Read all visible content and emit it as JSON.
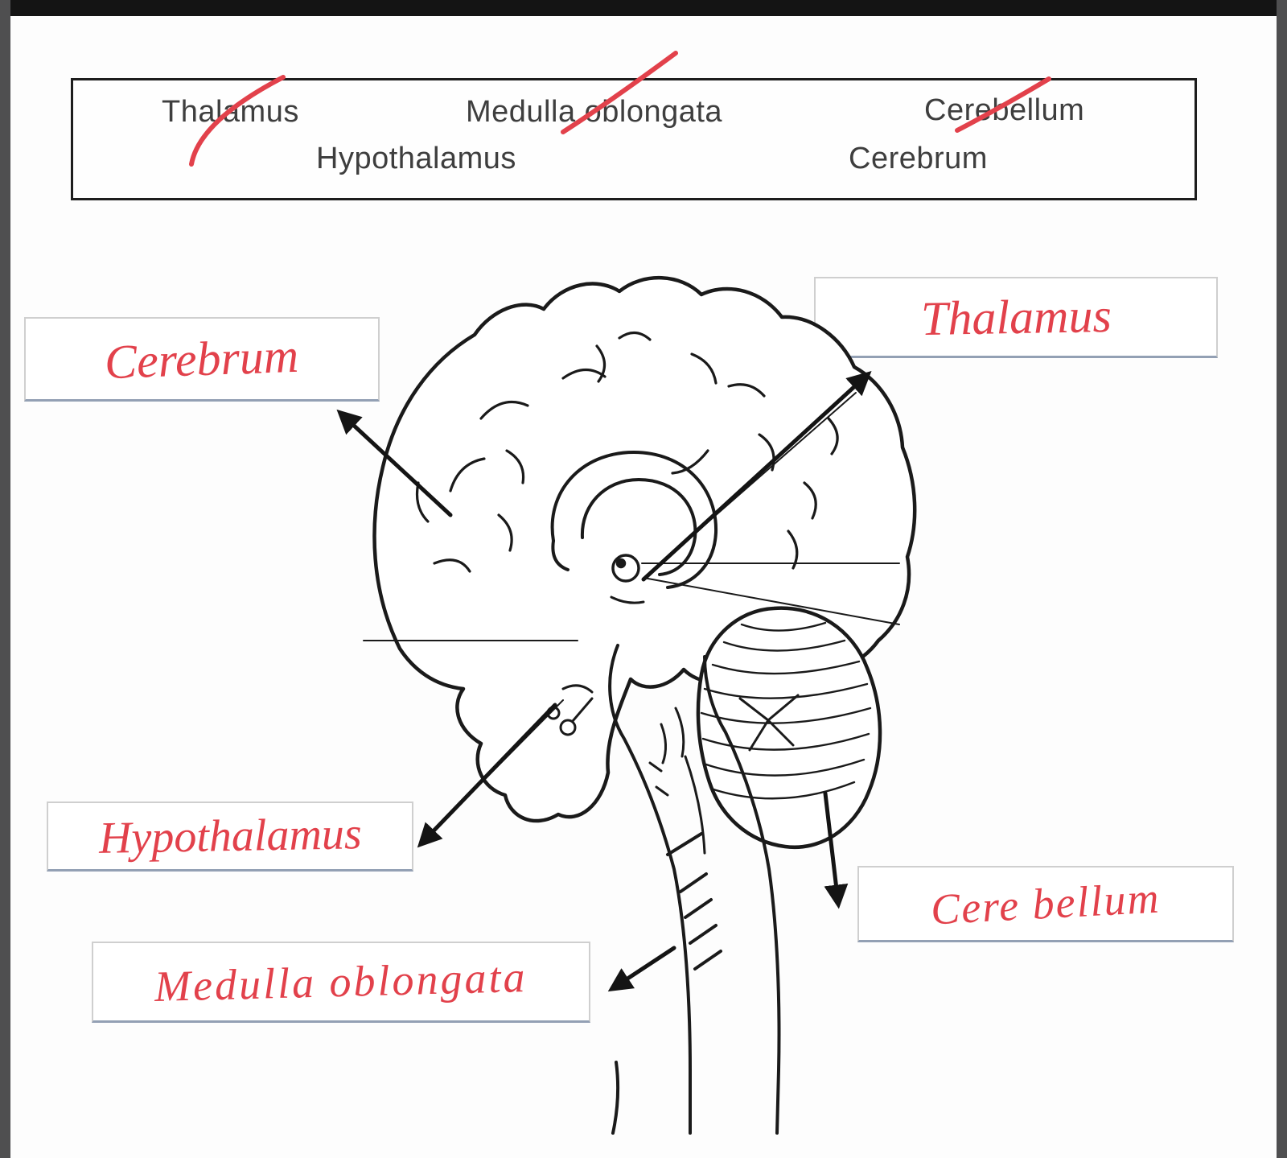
{
  "word_bank": {
    "items": [
      {
        "label": "Thalamus",
        "crossed_out": true
      },
      {
        "label": "Medulla oblongata",
        "crossed_out": true
      },
      {
        "label": "Cerebellum",
        "crossed_out": true
      },
      {
        "label": "Hypothalamus",
        "crossed_out": false
      },
      {
        "label": "Cerebrum",
        "crossed_out": false
      }
    ]
  },
  "answers": {
    "cerebrum": "Cerebrum",
    "thalamus": "Thalamus",
    "hypothalamus": "Hypothalamus",
    "medulla_oblongata": "Medulla oblongata",
    "cerebellum": "Cere bellum"
  },
  "colors": {
    "handwriting_red": "#e2414b",
    "ink_black": "#1a1a1a",
    "frame_gray": "#4f4f50",
    "frame_black": "#141414"
  }
}
